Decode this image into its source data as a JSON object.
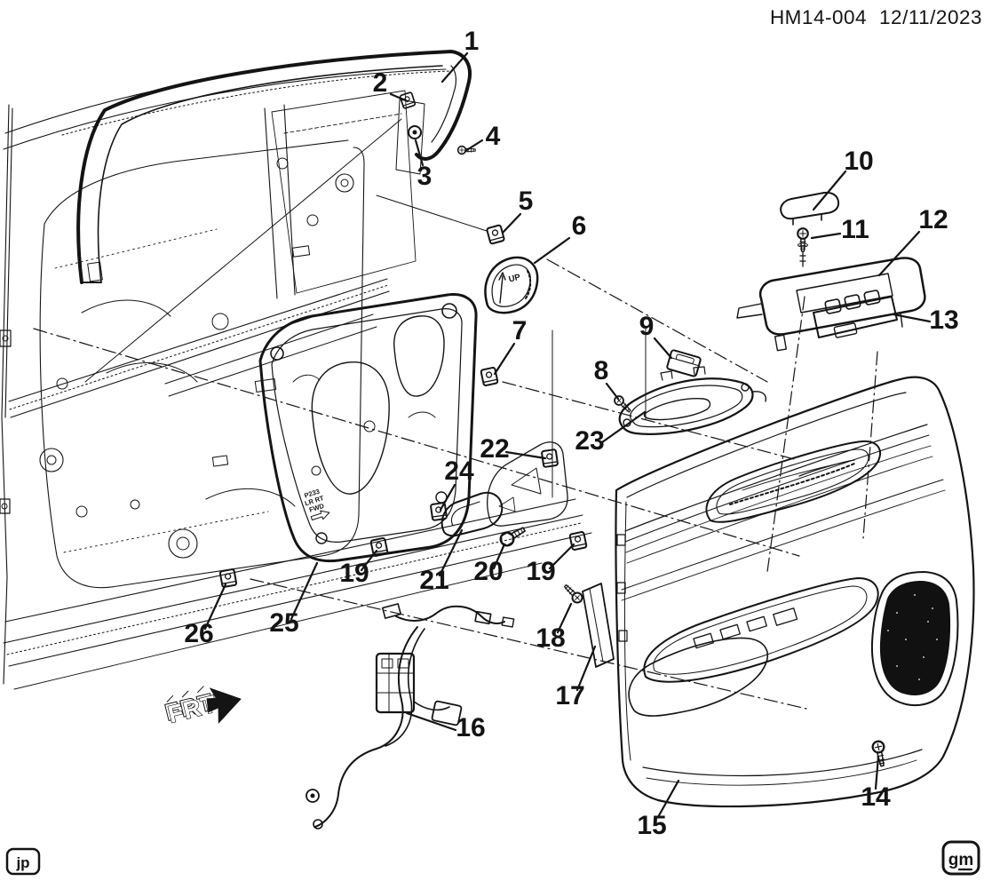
{
  "header": {
    "doc_id": "HM14-004",
    "date": "12/11/2023"
  },
  "corner_marks": {
    "bottom_left": "jp",
    "bottom_right": "gm"
  },
  "diagram_labels": {
    "frt": "FRT",
    "up": "UP",
    "stamp_line1": "P233",
    "stamp_line2": "LR RT",
    "stamp_line3": "FWD"
  },
  "callouts": [
    "1",
    "2",
    "3",
    "4",
    "5",
    "6",
    "7",
    "8",
    "9",
    "10",
    "11",
    "12",
    "13",
    "14",
    "15",
    "16",
    "17",
    "18",
    "19",
    "19",
    "20",
    "21",
    "22",
    "23",
    "24",
    "25",
    "26"
  ],
  "colors": {
    "ink": "#141414",
    "paper": "#ffffff",
    "speaker_fill": "#111111"
  }
}
